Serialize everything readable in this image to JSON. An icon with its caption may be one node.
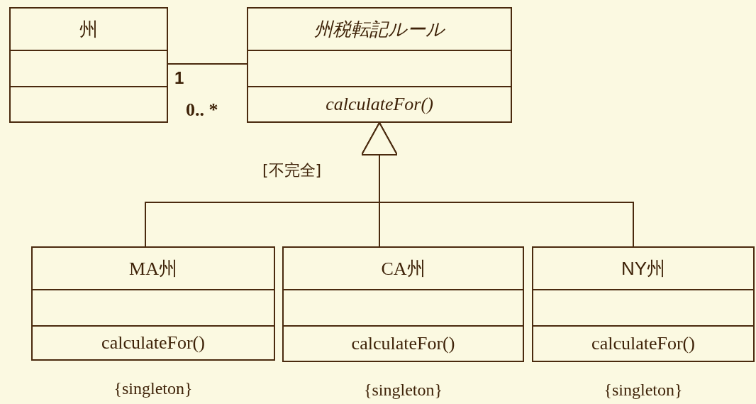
{
  "diagram": {
    "nodes": [
      {
        "text": [
          "州"
        ]
      },
      {
        "text": [
          "州税転記ルール",
          "calculateFor()"
        ]
      },
      {
        "text": [
          "MA州",
          "calculateFor()"
        ],
        "beside": [
          "{singleton}"
        ]
      },
      {
        "text": [
          "CA州",
          "calculateFor()"
        ],
        "beside": [
          "{singleton}"
        ]
      },
      {
        "text": [
          "NY州",
          "calculateFor()"
        ],
        "beside": [
          "{singleton}"
        ]
      }
    ],
    "edges": [
      {
        "from": 0,
        "to": 1,
        "arrow": "none"
      },
      {
        "from": 2,
        "to": 1,
        "arrow": "to"
      },
      {
        "from": 3,
        "to": 1,
        "arrow": "to"
      },
      {
        "from": 4,
        "to": 1,
        "arrow": "to"
      }
    ],
    "labels": [
      "1",
      "0.. *",
      "[不完全]"
    ]
  }
}
